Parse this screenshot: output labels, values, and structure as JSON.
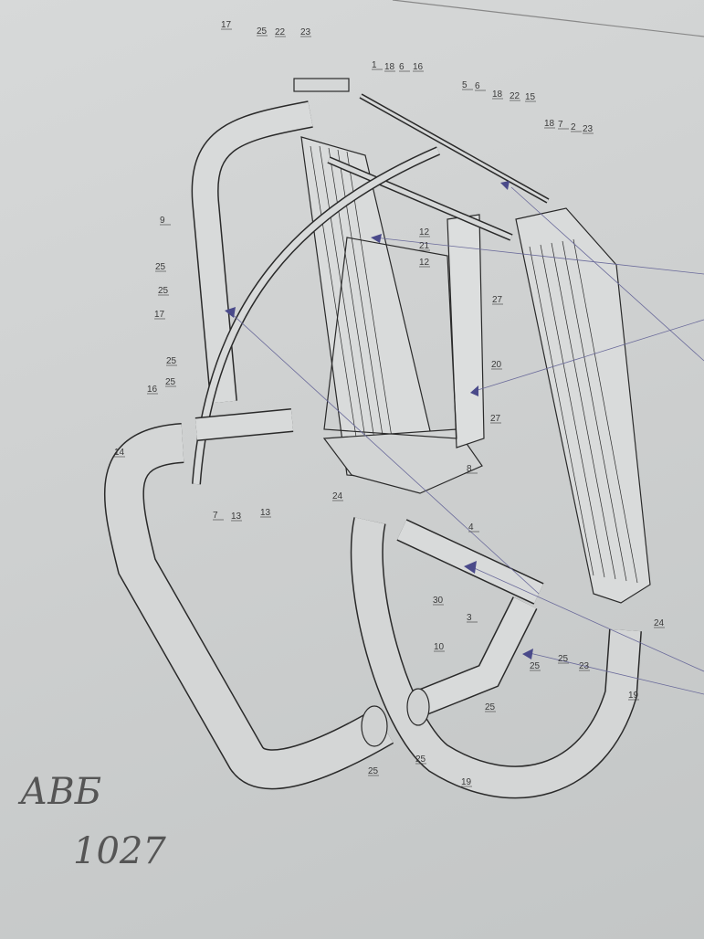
{
  "drawing": {
    "title": "Radiator cooling system assembly",
    "callouts": [
      "17",
      "25",
      "22",
      "23",
      "1",
      "18",
      "6",
      "16",
      "5",
      "6",
      "18",
      "22",
      "15",
      "18",
      "7",
      "2",
      "23",
      "9",
      "12",
      "21",
      "12",
      "25",
      "25",
      "17",
      "27",
      "20",
      "25",
      "25",
      "16",
      "27",
      "14",
      "8",
      "7",
      "13",
      "13",
      "24",
      "4",
      "30",
      "3",
      "24",
      "10",
      "25",
      "23",
      "25",
      "25",
      "19",
      "25",
      "25",
      "19"
    ]
  },
  "handwriting": {
    "line1": "АВБ",
    "line2": "1027"
  },
  "colors": {
    "paper": "#d3d5d5",
    "ink": "#2a2a2a",
    "arrow": "#4a4a8a"
  }
}
